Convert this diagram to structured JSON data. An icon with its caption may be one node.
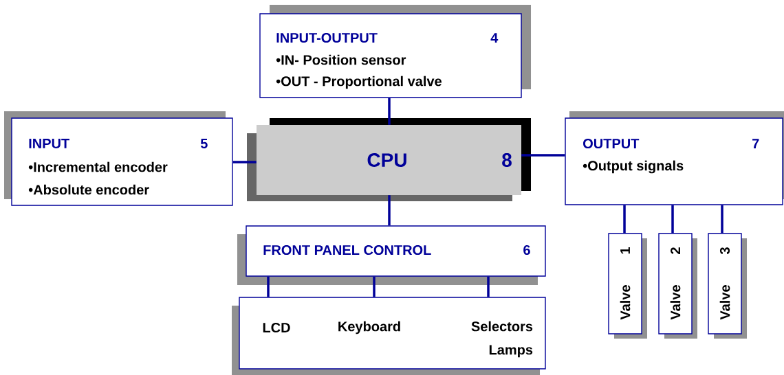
{
  "diagram": {
    "nodes": [
      {
        "text": [
          "INPUT-OUTPUT",
          "4",
          "•IN- Position sensor",
          "•OUT  - Proportional valve"
        ]
      },
      {
        "text": [
          "INPUT",
          "5",
          "•Incremental encoder",
          "•Absolute encoder"
        ]
      },
      {
        "text": [
          "CPU",
          "8"
        ]
      },
      {
        "text": [
          "OUTPUT",
          "7",
          "•Output signals"
        ]
      },
      {
        "text": [
          "FRONT PANEL CONTROL",
          "6"
        ]
      },
      {
        "text": [
          "LCD",
          "Keyboard",
          "Selectors Lamps"
        ]
      },
      {
        "text": [
          "Valve",
          "1"
        ]
      },
      {
        "text": [
          "Valve",
          "2"
        ]
      },
      {
        "text": [
          "Valve",
          "3"
        ]
      }
    ],
    "edges": [
      {
        "from": 0,
        "to": 2,
        "arrow": "none"
      },
      {
        "from": 1,
        "to": 2,
        "arrow": "none"
      },
      {
        "from": 2,
        "to": 3,
        "arrow": "none"
      },
      {
        "from": 2,
        "to": 4,
        "arrow": "none"
      },
      {
        "from": 4,
        "to": 5,
        "arrow": "none"
      },
      {
        "from": 4,
        "to": 5,
        "arrow": "none"
      },
      {
        "from": 4,
        "to": 5,
        "arrow": "none"
      },
      {
        "from": 3,
        "to": 6,
        "arrow": "none"
      },
      {
        "from": 3,
        "to": 7,
        "arrow": "none"
      },
      {
        "from": 3,
        "to": 8,
        "arrow": "none"
      }
    ]
  }
}
